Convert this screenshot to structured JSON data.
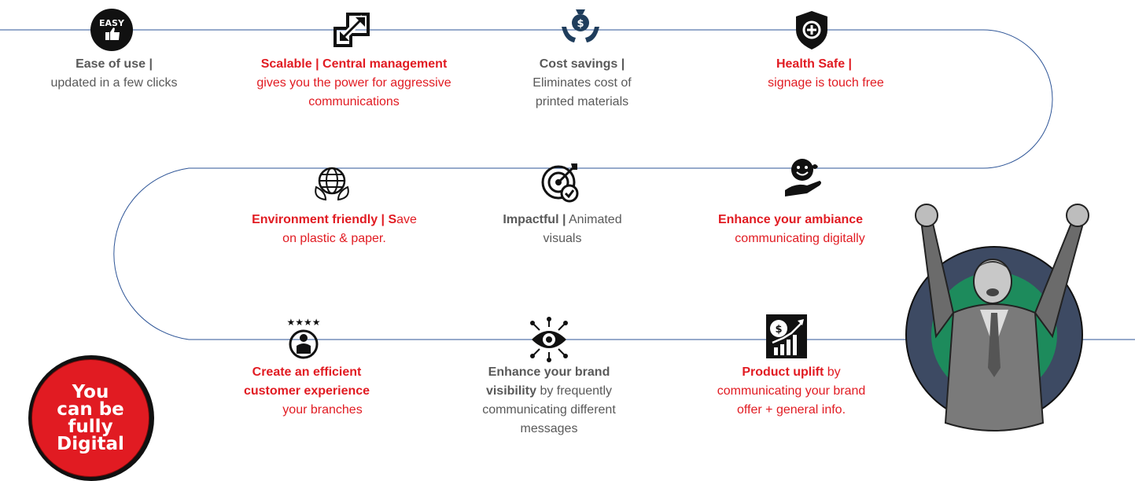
{
  "features": [
    {
      "id": "ease",
      "bold": "Ease of use |",
      "bold_color": "grey",
      "text": "updated in a few clicks",
      "text_color": "grey",
      "icon": "easy-thumbs-up-icon"
    },
    {
      "id": "scalable",
      "bold": "Scalable | Central management",
      "bold_color": "red",
      "text": "gives you the power for aggressive communications",
      "text_color": "red",
      "icon": "expand-arrows-icon"
    },
    {
      "id": "cost",
      "bold": "Cost savings |",
      "bold_color": "grey",
      "text": "Eliminates cost of printed materials",
      "text_color": "grey",
      "icon": "money-bag-hands-icon"
    },
    {
      "id": "health",
      "bold": "Health Safe |",
      "bold_color": "red",
      "text": "signage is touch free",
      "text_color": "red",
      "icon": "shield-plus-icon"
    },
    {
      "id": "env",
      "bold": "Environment friendly | S",
      "bold_color": "red",
      "text_inline": "ave",
      "text": "on plastic & paper.",
      "text_color": "red",
      "icon": "globe-leaves-icon"
    },
    {
      "id": "impact",
      "bold": "Impactful |",
      "bold_color": "grey",
      "text_inline": "Animated",
      "text": "visuals",
      "text_color": "grey",
      "icon": "target-check-icon"
    },
    {
      "id": "ambiance",
      "bold": "Enhance your ambiance",
      "bold_color": "red",
      "text": "communicating digitally",
      "text_color": "red",
      "icon": "smiley-hand-icon"
    },
    {
      "id": "customer",
      "bold": "Create an efficient customer experience",
      "bold_color": "red",
      "text": "your branches",
      "text_color": "red",
      "icon": "person-stars-icon"
    },
    {
      "id": "brand",
      "bold": "Enhance your brand visibility",
      "bold_color": "grey",
      "text": "by frequently communicating different messages",
      "text_color": "grey",
      "icon": "eye-network-icon"
    },
    {
      "id": "uplift",
      "bold": "Product uplift",
      "bold_color": "red",
      "text": "by communicating your brand offer + general info.",
      "text_color": "red",
      "icon": "money-growth-chart-icon"
    }
  ],
  "badge": {
    "text": "You\ncan be\nfully\nDigital"
  },
  "colors": {
    "red": "#e11b22",
    "grey": "#595959",
    "line": "#2e5597",
    "hero_ring": "#3d4a63",
    "hero_inner": "#1d8b5c"
  }
}
